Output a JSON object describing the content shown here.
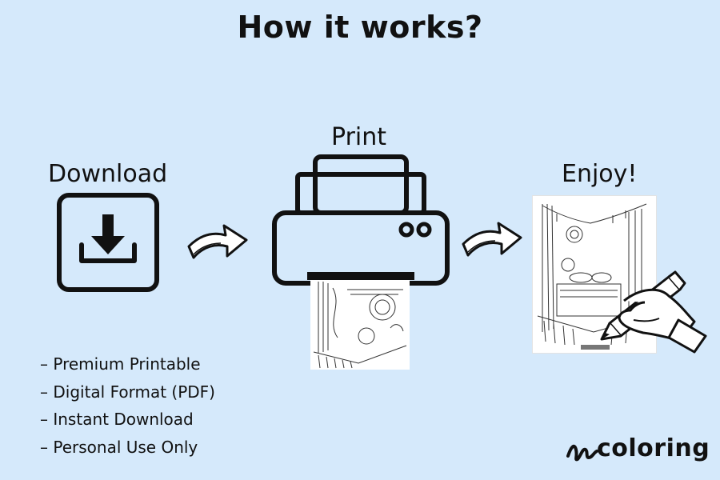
{
  "title": "How it works?",
  "steps": {
    "download": {
      "label": "Download",
      "icon": "download-icon"
    },
    "print": {
      "label": "Print",
      "icon": "printer-icon"
    },
    "enjoy": {
      "label": "Enjoy!",
      "icon": "pencil-hand-icon"
    }
  },
  "features": [
    "Premium Printable",
    "Digital Format (PDF)",
    "Instant Download",
    "Personal Use Only"
  ],
  "brand": {
    "name": "coloring",
    "icon": "scribble-logo-icon"
  },
  "colors": {
    "background": "#d5e9fb",
    "ink": "#111111",
    "paper": "#ffffff"
  }
}
